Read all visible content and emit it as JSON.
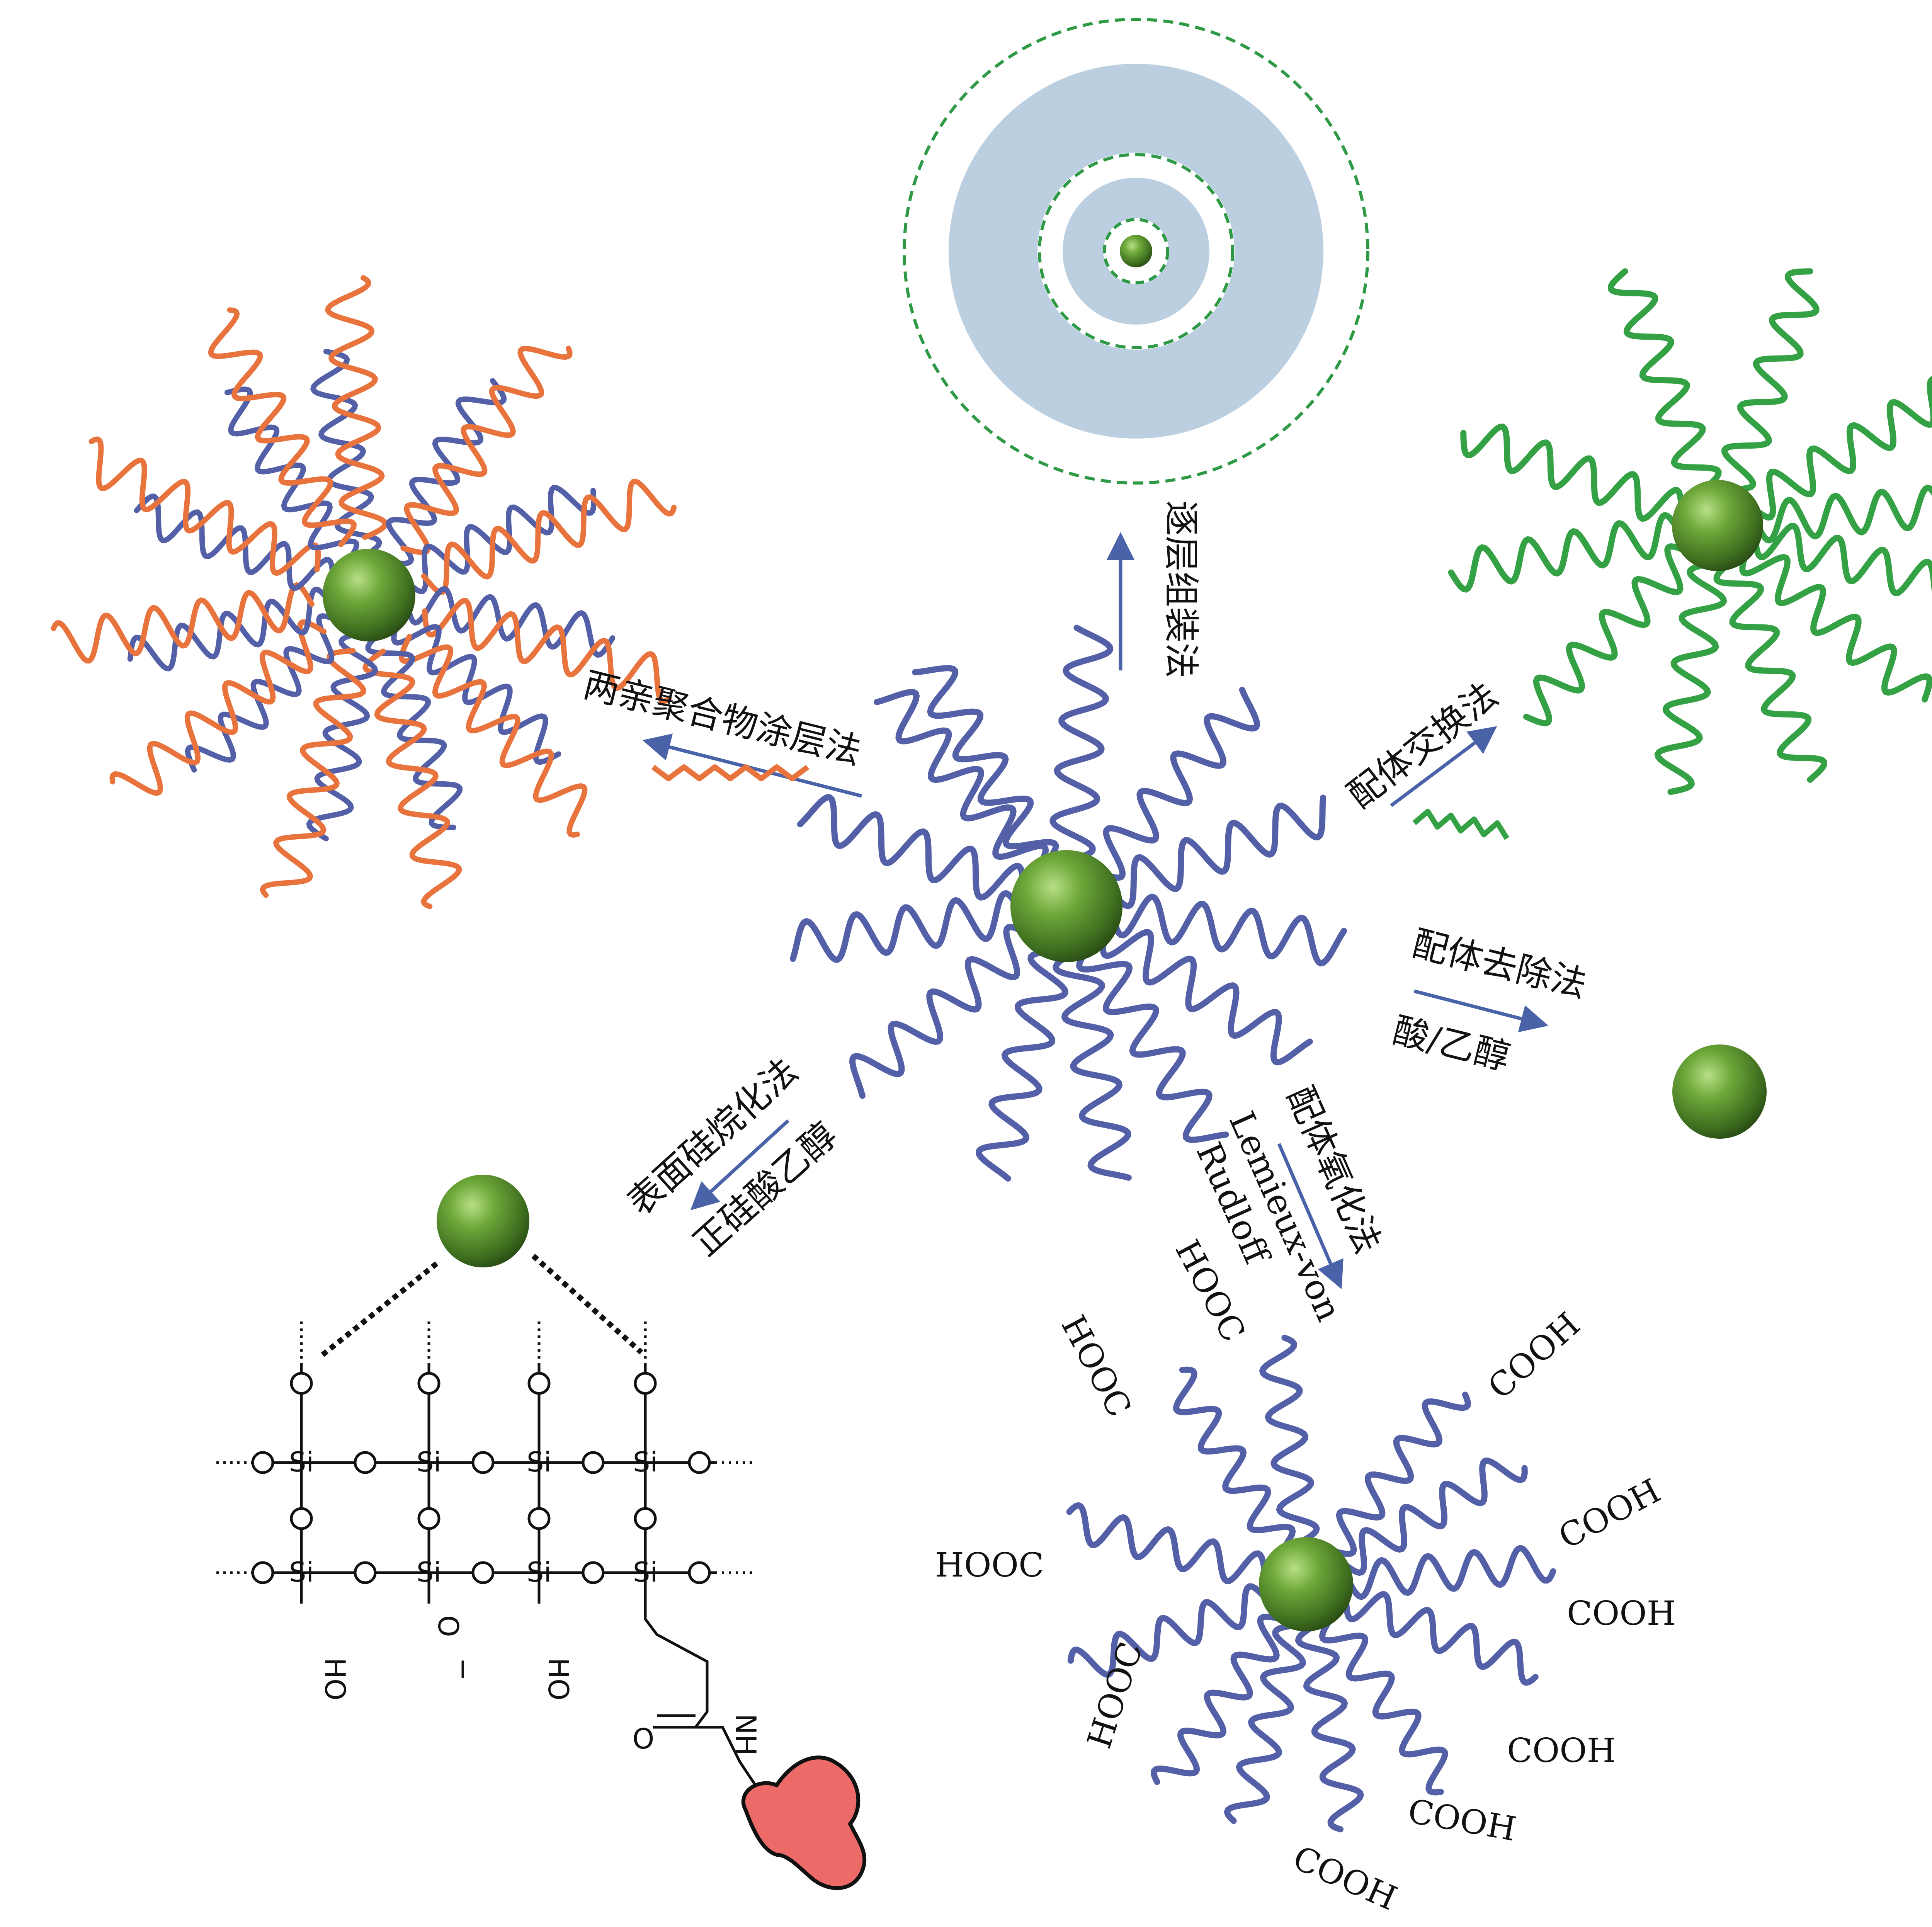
{
  "colors": {
    "particle": "#4e8a2a",
    "ligand_blue": "#5360a8",
    "ligand_orange": "#e8733c",
    "ligand_green": "#35a145",
    "shell_fill": "#bccfe0",
    "shell_dash": "#2f9a45",
    "antibody": "#ec6a68",
    "arrow": "#4a62a8",
    "text": "#111111"
  },
  "methods": {
    "layer_by_layer": "逐层组装法",
    "amphiphilic_coating": "两亲聚合物涂层法",
    "ligand_exchange": "配体交换法",
    "ligand_removal": "配体去除法",
    "ligand_removal_reagent": "酸/乙醇",
    "ligand_oxidation": "配体氧化法",
    "ligand_oxidation_reagent_1": "Lemieux-von",
    "ligand_oxidation_reagent_2": "Rudloff",
    "silanization": "表面硅烷化法",
    "silanization_reagent": "正硅酸乙醇"
  },
  "carboxyl_labels": [
    "HOOC",
    "HOOC",
    "COOH",
    "COOH",
    "HOOC",
    "COOH",
    "COOH",
    "COOH",
    "COOH",
    "HOOC"
  ],
  "silica": {
    "si": "Si",
    "o": "O",
    "hydroxyl": "HO",
    "oxide_anion": "O",
    "minus": "−",
    "amide_n": "NH",
    "amide_o": "O"
  }
}
